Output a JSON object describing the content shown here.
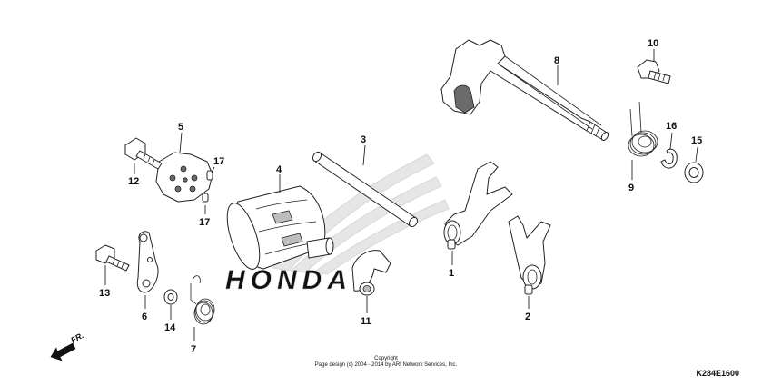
{
  "diagram": {
    "callouts": [
      "1",
      "2",
      "3",
      "4",
      "5",
      "6",
      "7",
      "8",
      "9",
      "10",
      "11",
      "12",
      "13",
      "14",
      "15",
      "16",
      "17",
      "17"
    ],
    "direction_label": "FR.",
    "watermark_text": "HONDA",
    "copyright_line1": "Copyright",
    "copyright_line2": "Page design (c) 2004 - 2014 by ARI Network Services, Inc.",
    "figure_code": "K284E1600"
  }
}
